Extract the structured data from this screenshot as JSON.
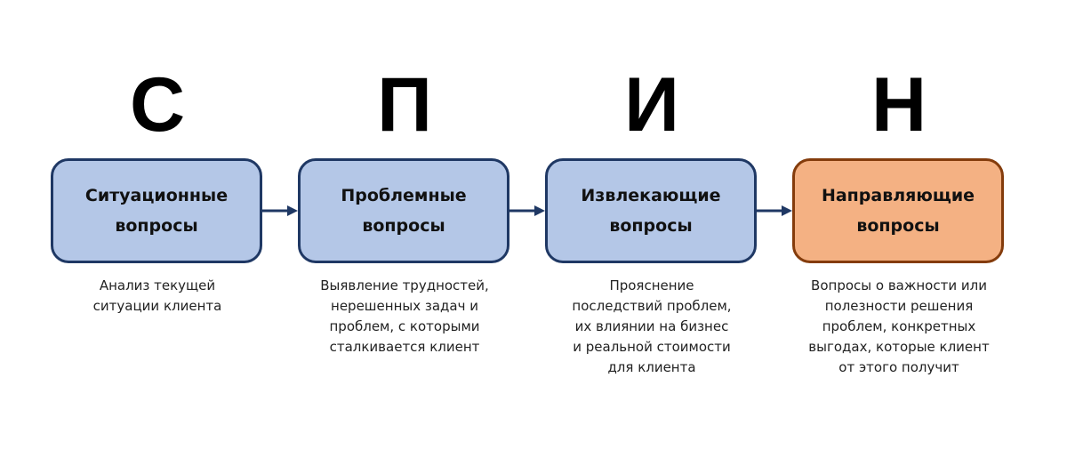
{
  "steps": [
    {
      "letter": "С",
      "title_line1": "Ситуационные",
      "title_line2": "вопросы",
      "description": [
        "Анализ текущей",
        "ситуации клиента"
      ]
    },
    {
      "letter": "П",
      "title_line1": "Проблемные",
      "title_line2": "вопросы",
      "description": [
        "Выявление трудностей,",
        "нерешенных задач и",
        "проблем, с которыми",
        "сталкивается клиент"
      ]
    },
    {
      "letter": "И",
      "title_line1": "Извлекающие",
      "title_line2": "вопросы",
      "description": [
        "Прояснение",
        "последствий проблем,",
        "их влиянии на бизнес",
        "и реальной стоимости",
        "для клиента"
      ]
    },
    {
      "letter": "Н",
      "title_line1": "Направляющие",
      "title_line2": "вопросы",
      "description": [
        "Вопросы о важности или",
        "полезности решения",
        "проблем, конкретных",
        "выгодах, которые клиент",
        "от этого получит"
      ]
    }
  ],
  "colors": {
    "blue_fill": "#B4C7E7",
    "blue_border": "#1F3864",
    "orange_fill": "#F4B183",
    "orange_border": "#843C0C"
  }
}
